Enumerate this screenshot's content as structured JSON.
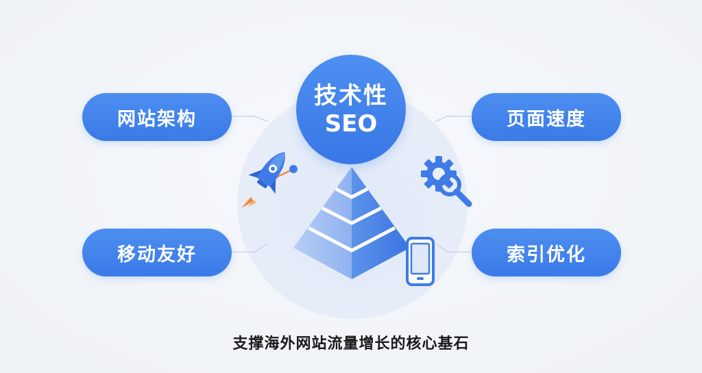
{
  "center": {
    "line1": "技术性",
    "line2": "SEO"
  },
  "pillars": {
    "top_left": "网站架构",
    "bottom_left": "移动友好",
    "top_right": "页面速度",
    "bottom_right": "索引优化"
  },
  "caption": "支撑海外网站流量增长的核心基石",
  "icons": [
    "rocket-icon",
    "gear-search-icon",
    "mobile-phone-icon",
    "pyramid-icon"
  ],
  "colors": {
    "accent": "#3f80ea",
    "pyramid_light": "#9dbdf3",
    "pyramid_dark": "#3f7be6",
    "rocket_flame": "#f08a3c",
    "caption": "#1a1a1a"
  }
}
